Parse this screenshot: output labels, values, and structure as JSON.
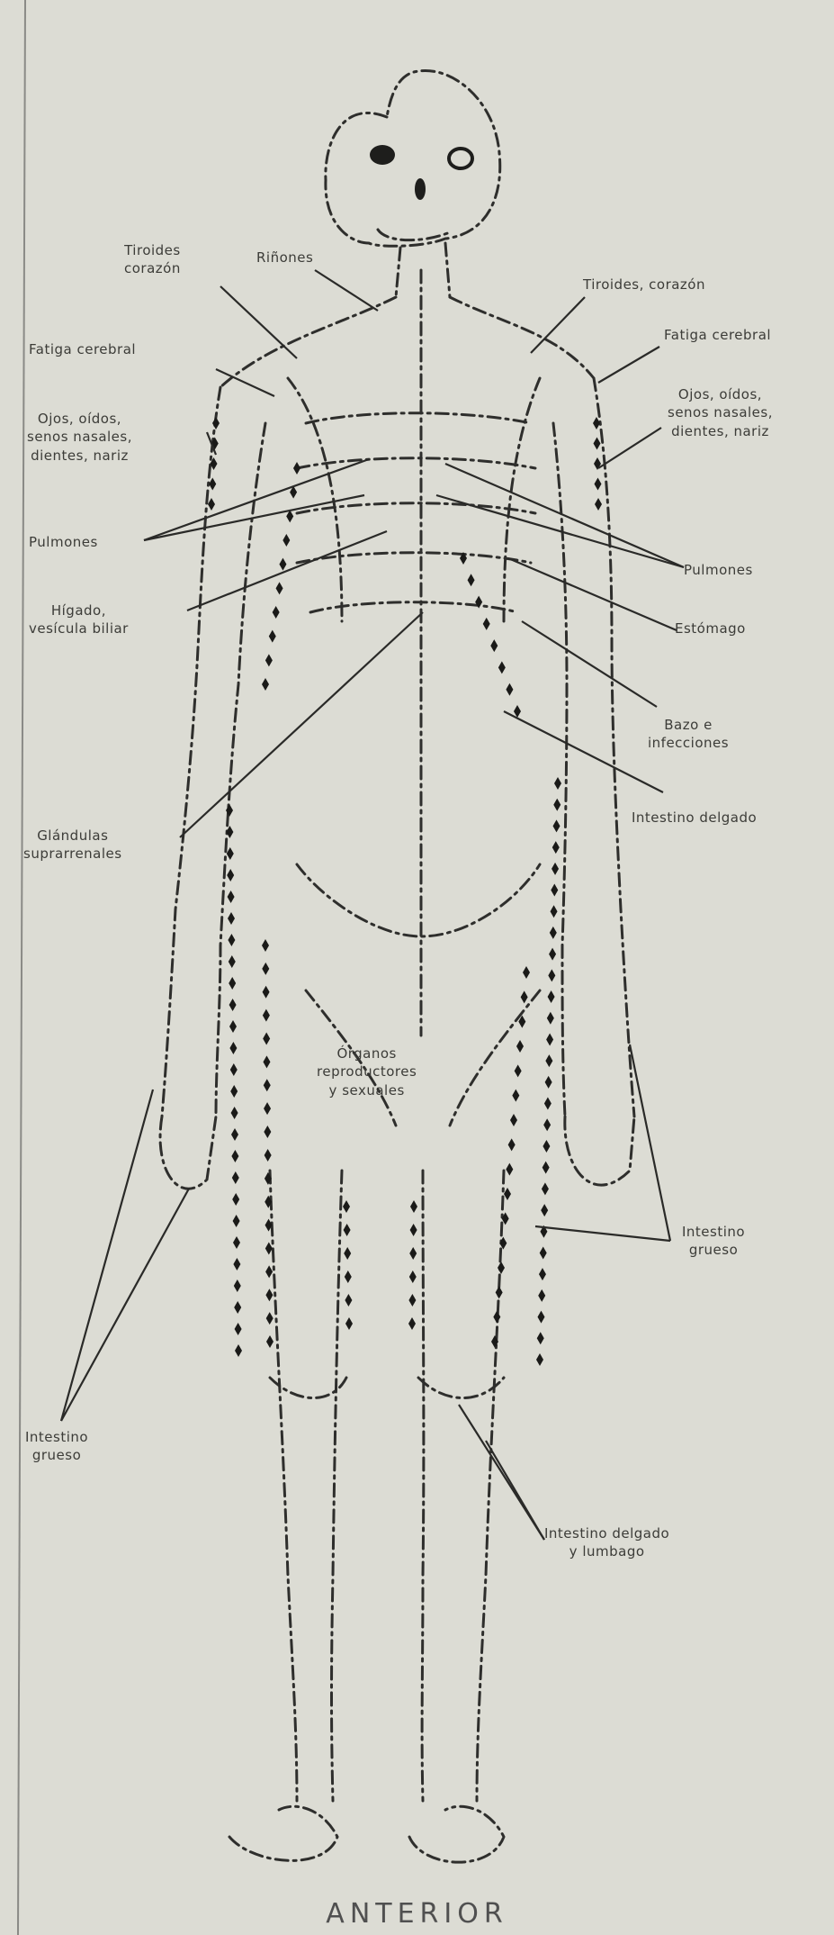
{
  "diagram": {
    "view_label": "ANTERIOR",
    "labels": {
      "tiroides_corazon_left": "Tiroides\ncorazón",
      "rinones": "Riñones",
      "tiroides_corazon_right": "Tiroides, corazón",
      "fatiga_cerebral_left": "Fatiga cerebral",
      "fatiga_cerebral_right": "Fatiga cerebral",
      "ojos_oidos_left": "Ojos, oídos,\nsenos nasales,\ndientes, nariz",
      "ojos_oidos_right": "Ojos, oídos,\nsenos nasales,\ndientes, nariz",
      "pulmones_left": "Pulmones",
      "pulmones_right": "Pulmones",
      "higado": "Hígado,\nvesícula biliar",
      "estomago": "Estómago",
      "bazo": "Bazo e\ninfecciones",
      "intestino_delgado_upper": "Intestino delgado",
      "glandulas": "Glándulas\nsuprarrenales",
      "organos": "Órganos\nreproductores\ny sexuales",
      "intestino_grueso_right": "Intestino\ngrueso",
      "intestino_grueso_left": "Intestino\ngrueso",
      "intestino_delgado_lumbago": "Intestino delgado\ny lumbago"
    }
  }
}
